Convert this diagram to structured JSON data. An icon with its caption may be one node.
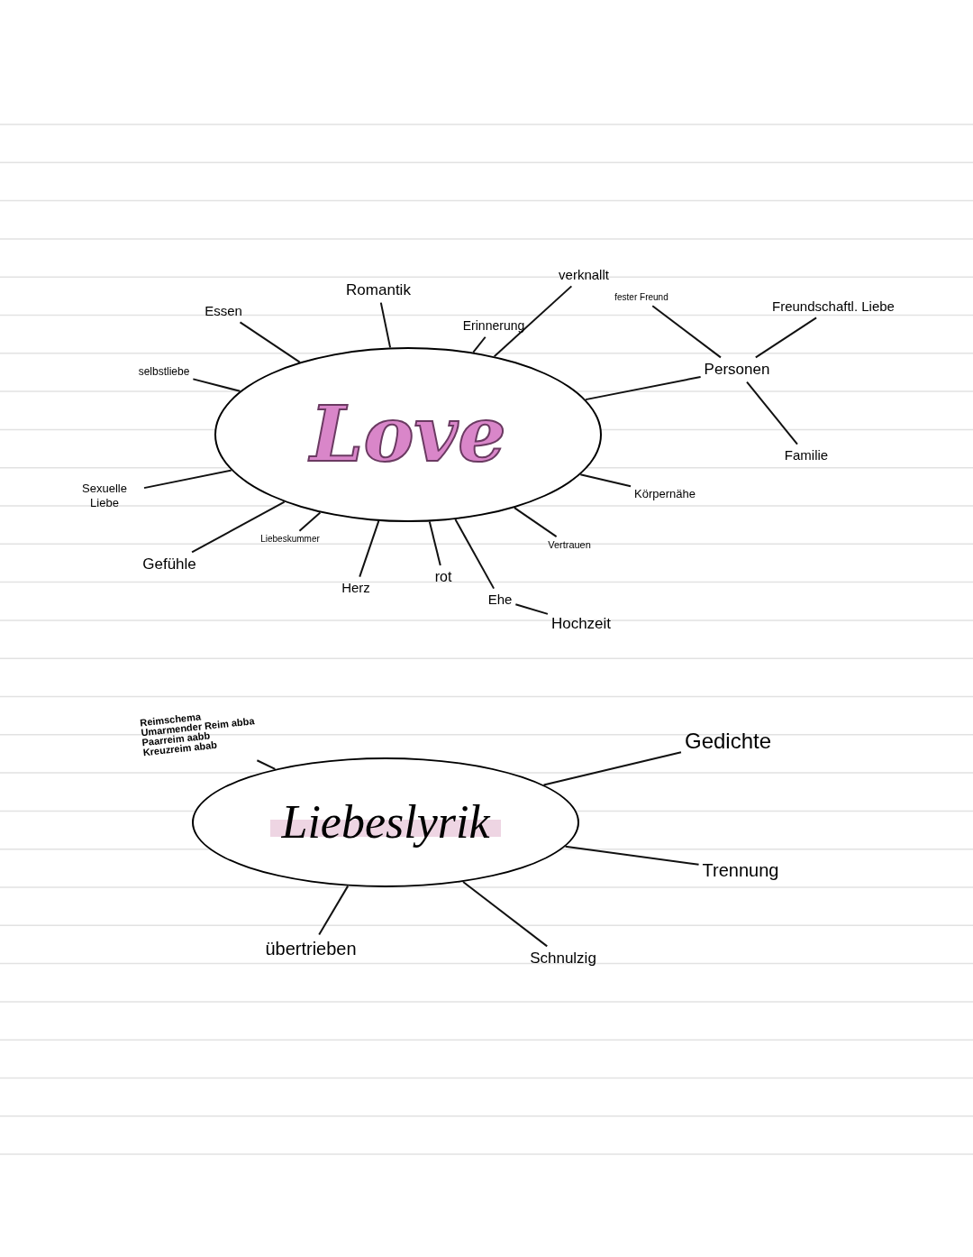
{
  "diagram": {
    "nodes": [
      {
        "text": [
          "Love"
        ]
      },
      {
        "text": [
          "Essen"
        ]
      },
      {
        "text": [
          "Romantik"
        ]
      },
      {
        "text": [
          "Erinnerung"
        ]
      },
      {
        "text": [
          "verknallt"
        ]
      },
      {
        "text": [
          "Personen"
        ]
      },
      {
        "text": [
          "fester Freund"
        ]
      },
      {
        "text": [
          "Freundschaftl. Liebe"
        ]
      },
      {
        "text": [
          "Familie"
        ]
      },
      {
        "text": [
          "selbstliebe"
        ]
      },
      {
        "text": [
          "Sexuelle Liebe"
        ]
      },
      {
        "text": [
          "Gefühle"
        ]
      },
      {
        "text": [
          "Liebeskummer"
        ]
      },
      {
        "text": [
          "Herz"
        ]
      },
      {
        "text": [
          "rot"
        ]
      },
      {
        "text": [
          "Ehe"
        ]
      },
      {
        "text": [
          "Hochzeit"
        ]
      },
      {
        "text": [
          "Vertrauen"
        ]
      },
      {
        "text": [
          "Körpernähe"
        ]
      },
      {
        "text": [
          "Liebeslyrik"
        ]
      },
      {
        "text": [
          "Reimschema",
          "Umarmender Reim abba",
          "Paarreim aabb",
          "Kreuzreim abab"
        ]
      },
      {
        "text": [
          "Gedichte"
        ]
      },
      {
        "text": [
          "Trennung"
        ]
      },
      {
        "text": [
          "übertrieben"
        ]
      },
      {
        "text": [
          "Schnulzig"
        ]
      }
    ],
    "edges": [
      {
        "from": 0,
        "to": 1,
        "arrow": "none"
      },
      {
        "from": 0,
        "to": 2,
        "arrow": "none"
      },
      {
        "from": 0,
        "to": 3,
        "arrow": "none"
      },
      {
        "from": 0,
        "to": 4,
        "arrow": "none"
      },
      {
        "from": 0,
        "to": 5,
        "arrow": "none"
      },
      {
        "from": 5,
        "to": 6,
        "arrow": "none"
      },
      {
        "from": 5,
        "to": 7,
        "arrow": "none"
      },
      {
        "from": 5,
        "to": 8,
        "arrow": "none"
      },
      {
        "from": 0,
        "to": 9,
        "arrow": "none"
      },
      {
        "from": 0,
        "to": 10,
        "arrow": "none"
      },
      {
        "from": 0,
        "to": 11,
        "arrow": "none"
      },
      {
        "from": 0,
        "to": 12,
        "arrow": "none"
      },
      {
        "from": 0,
        "to": 13,
        "arrow": "none"
      },
      {
        "from": 0,
        "to": 14,
        "arrow": "none"
      },
      {
        "from": 0,
        "to": 15,
        "arrow": "none"
      },
      {
        "from": 15,
        "to": 16,
        "arrow": "none"
      },
      {
        "from": 0,
        "to": 17,
        "arrow": "none"
      },
      {
        "from": 0,
        "to": 18,
        "arrow": "none"
      },
      {
        "from": 19,
        "to": 20,
        "arrow": "none"
      },
      {
        "from": 19,
        "to": 21,
        "arrow": "none"
      },
      {
        "from": 19,
        "to": 22,
        "arrow": "none"
      },
      {
        "from": 19,
        "to": 23,
        "arrow": "none"
      },
      {
        "from": 19,
        "to": 24,
        "arrow": "none"
      }
    ]
  }
}
